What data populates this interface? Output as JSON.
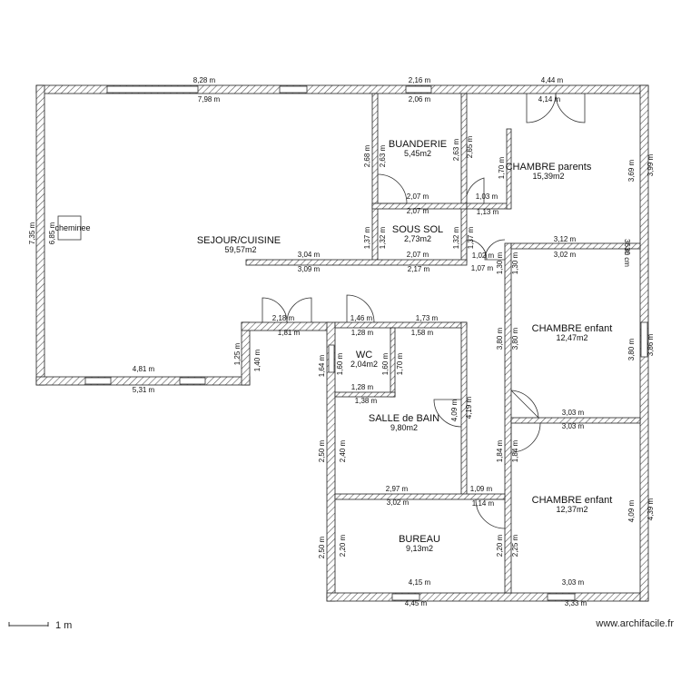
{
  "rooms": [
    {
      "name": "SEJOUR/CUISINE",
      "area": "59,57m2"
    },
    {
      "name": "BUANDERIE",
      "area": "5,45m2"
    },
    {
      "name": "SOUS SOL",
      "area": "2,73m2"
    },
    {
      "name": "CHAMBRE parents",
      "area": "15,39m2"
    },
    {
      "name": "CHAMBRE enfant",
      "area": "12,47m2"
    },
    {
      "name": "WC",
      "area": "2,04m2"
    },
    {
      "name": "SALLE de BAIN",
      "area": "9,80m2"
    },
    {
      "name": "CHAMBRE enfant",
      "area": "12,37m2"
    },
    {
      "name": "BUREAU",
      "area": "9,13m2"
    }
  ],
  "fixtures": {
    "fireplace": "cheminee"
  },
  "dimensions": [
    "8,28 m",
    "7,98 m",
    "2,16 m",
    "2,06 m",
    "4,44 m",
    "4,14 m",
    "2,68 m",
    "2,63 m",
    "2,65 m",
    "2,63 m",
    "1,70 m",
    "3,69 m",
    "3,99 m",
    "2,07 m",
    "2,07 m",
    "1,03 m",
    "1,13 m",
    "7,35 m",
    "6,85 m",
    "1,37 m",
    "1,32 m",
    "1,32 m",
    "1,37 m",
    "1,02 m",
    "3,12 m",
    "3,02 m",
    "36 m",
    "30 cm",
    "3,04 m",
    "3,09 m",
    "2,07 m",
    "2,17 m",
    "1,07 m",
    "1,30 m",
    "1,30 m",
    "2,18 m",
    "1,81 m",
    "1,46 m",
    "1,73 m",
    "1,28 m",
    "1,58 m",
    "1,25 m",
    "1,40 m",
    "1,64 m",
    "1,60 m",
    "1,60 m",
    "1,70 m",
    "1,28 m",
    "1,38 m",
    "4,81 m",
    "5,31 m",
    "3,80 m",
    "3,80 m",
    "3,80 m",
    "3,86 m",
    "4,09 m",
    "4,19 m",
    "3,03 m",
    "3,03 m",
    "2,50 m",
    "2,40 m",
    "1,84 m",
    "1,84 m",
    "2,97 m",
    "3,02 m",
    "1,09 m",
    "1,14 m",
    "4,09 m",
    "4,39 m",
    "2,50 m",
    "2,20 m",
    "2,20 m",
    "2,25 m",
    "4,15 m",
    "4,45 m",
    "3,03 m",
    "3,33 m"
  ],
  "scale": {
    "label": "1 m"
  },
  "watermark": "www.archifacile.fr"
}
